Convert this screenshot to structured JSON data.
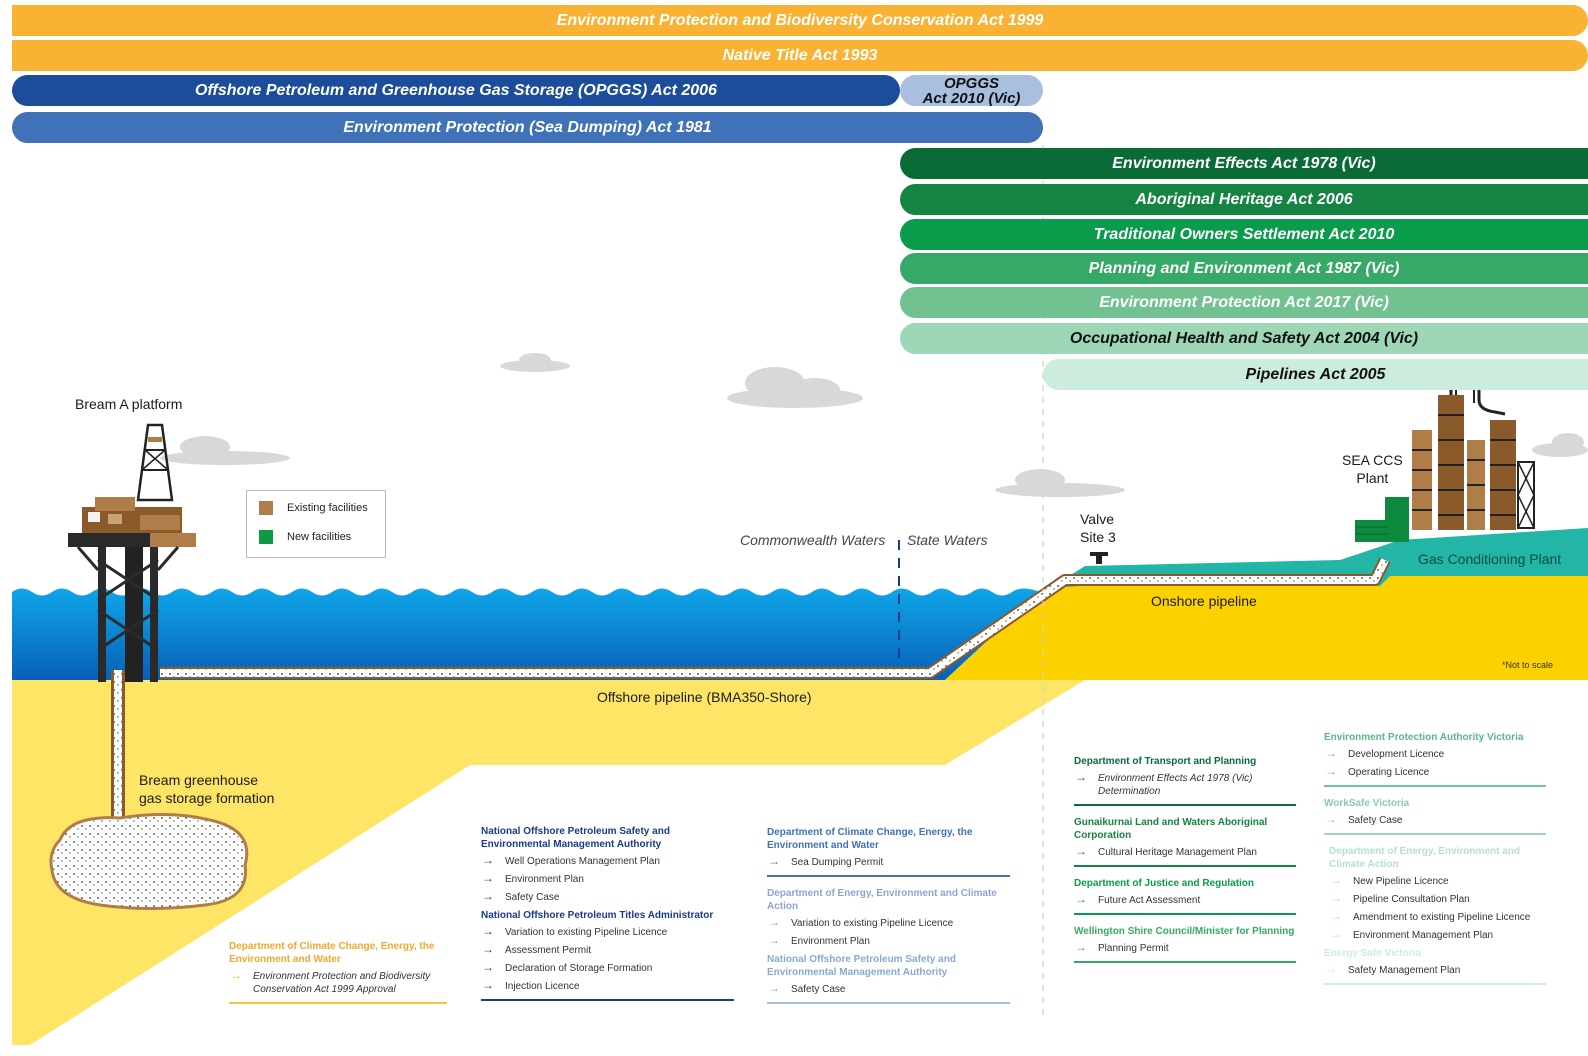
{
  "acts": {
    "epbc": "Environment Protection and Biodiversity Conservation Act 1999",
    "native_title": "Native Title Act 1993",
    "opggs": "Offshore Petroleum and Greenhouse Gas Storage (OPGGS) Act 2006",
    "opggs_vic_line1": "OPGGS",
    "opggs_vic_line2": "Act 2010 (Vic)",
    "sea_dumping": "Environment Protection (Sea Dumping) Act 1981",
    "env_effects": "Environment Effects Act 1978 (Vic)",
    "aboriginal_heritage": "Aboriginal Heritage Act 2006",
    "traditional_owners": "Traditional Owners Settlement Act 2010",
    "planning_env": "Planning and Environment Act 1987 (Vic)",
    "env_protection_2017": "Environment Protection Act 2017 (Vic)",
    "ohs": "Occupational Health and Safety Act 2004 (Vic)",
    "pipelines": "Pipelines Act 2005"
  },
  "colors": {
    "amber": "#F9B233",
    "navy": "#1B4D9B",
    "blue": "#3F72B9",
    "light_blue": "#A9BFE0",
    "green_dark": "#0B6B37",
    "green_1": "#158443",
    "green_2": "#0A9B4B",
    "green_3": "#36A967",
    "green_4": "#72C291",
    "green_5": "#9DD7B7",
    "green_6": "#CDEDDC",
    "sea": "#0A8FD6",
    "sand": "#FBD200",
    "sand_light": "#FFE566",
    "brown": "#B07C47"
  },
  "labels": {
    "bream_platform": "Bream A platform",
    "legend_existing": "Existing facilities",
    "legend_new": "New facilities",
    "commonwealth_waters": "Commonwealth Waters",
    "state_waters": "State Waters",
    "valve_line1": "Valve",
    "valve_line2": "Site 3",
    "sea_ccs_line1": "SEA CCS",
    "sea_ccs_line2": "Plant",
    "gas_conditioning": "Gas Conditioning Plant",
    "onshore_pipeline": "Onshore pipeline",
    "offshore_pipeline": "Offshore pipeline (BMA350-Shore)",
    "formation_line1": "Bream greenhouse",
    "formation_line2": "gas storage formation",
    "not_to_scale": "*Not to scale"
  },
  "authorities": {
    "dcceew_epbc": {
      "heading": "Department of Climate Change, Energy, the Environment and Water",
      "items": [
        "Environment Protection and Biodiversity Conservation Act 1999 Approval"
      ]
    },
    "nopsema": {
      "heading": "National Offshore Petroleum Safety and Environmental Management Authority",
      "items": [
        "Well Operations Management Plan",
        "Environment Plan",
        "Safety Case"
      ]
    },
    "nopta": {
      "heading": "National Offshore Petroleum Titles Administrator",
      "items": [
        "Variation to existing Pipeline Licence",
        "Assessment Permit",
        "Declaration of Storage Formation",
        "Injection Licence"
      ]
    },
    "dcceew_sea": {
      "heading": "Department of Climate Change, Energy, the Environment and Water",
      "items": [
        "Sea Dumping Permit"
      ]
    },
    "deeca_state": {
      "heading": "Department of Energy, Environment and Climate Action",
      "items": [
        "Variation to existing Pipeline Licence",
        "Environment Plan"
      ]
    },
    "nopsema_state": {
      "heading": "National Offshore Petroleum Safety and Environmental Management Authority",
      "items": [
        "Safety Case"
      ]
    },
    "dtp": {
      "heading": "Department of Transport and Planning",
      "items": [
        "Environment Effects Act 1978 (Vic) Determination"
      ]
    },
    "glawac": {
      "heading": "Gunaikurnai Land and Waters Aboriginal Corporation",
      "items": [
        "Cultural Heritage Management Plan"
      ]
    },
    "doj": {
      "heading": "Department of Justice and Regulation",
      "items": [
        "Future Act Assessment"
      ]
    },
    "wellington": {
      "heading": "Wellington Shire Council/Minister for Planning",
      "items": [
        "Planning Permit"
      ]
    },
    "epa_vic": {
      "heading": "Environment Protection Authority Victoria",
      "items": [
        "Development Licence",
        "Operating Licence"
      ]
    },
    "worksafe": {
      "heading": "WorkSafe Victoria",
      "items": [
        "Safety Case"
      ]
    },
    "deeca_onshore": {
      "heading": "Department of Energy, Environment and Climate Action",
      "items": [
        "New Pipeline Licence",
        "Pipeline Consultation Plan",
        "Amendment to existing Pipeline Licence",
        "Environment Management Plan"
      ]
    },
    "energy_safe": {
      "heading": "Energy Safe Victoria",
      "items": [
        "Safety Management Plan"
      ]
    }
  },
  "arrow_glyph": "→"
}
